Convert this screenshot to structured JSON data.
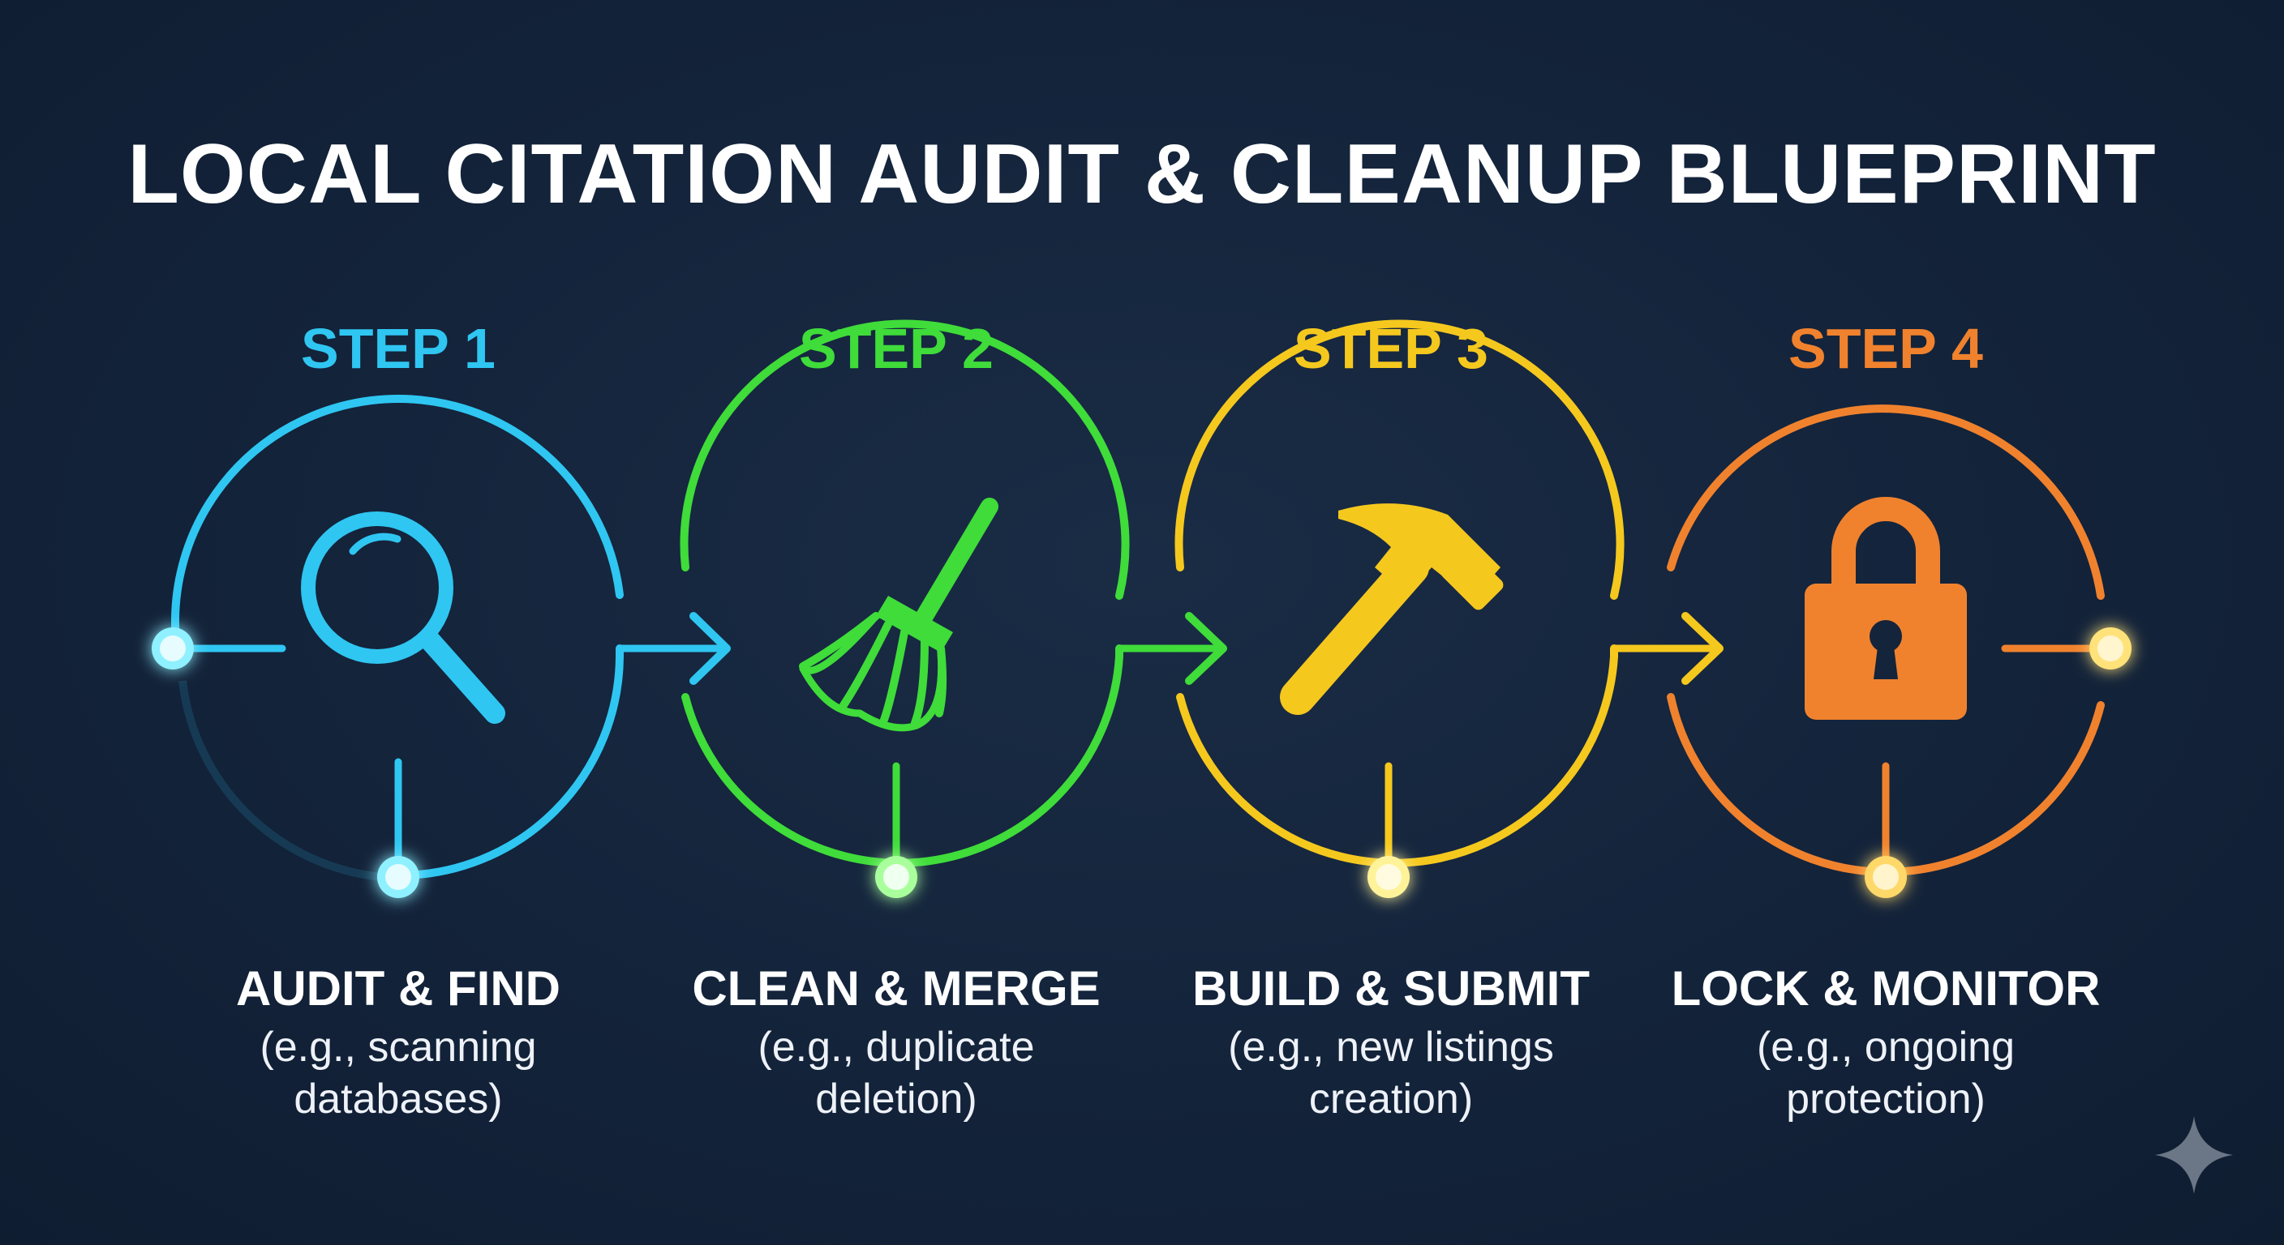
{
  "title": "LOCAL CITATION AUDIT & CLEANUP BLUEPRINT",
  "steps": [
    {
      "label": "STEP 1",
      "name": "AUDIT & FIND",
      "desc": "(e.g., scanning databases)",
      "color": "#2fc6f2",
      "icon": "magnifying-glass-icon"
    },
    {
      "label": "STEP 2",
      "name": "CLEAN & MERGE",
      "desc": "(e.g., duplicate deletion)",
      "color": "#3fdc3a",
      "icon": "broom-icon"
    },
    {
      "label": "STEP 3",
      "name": "BUILD & SUBMIT",
      "desc": "(e.g., new listings creation)",
      "color": "#f5c81e",
      "icon": "hammer-icon"
    },
    {
      "label": "STEP 4",
      "name": "LOCK & MONITOR",
      "desc": "(e.g., ongoing protection)",
      "color": "#f0822e",
      "icon": "padlock-icon"
    }
  ],
  "colors": {
    "background": "#14243a",
    "title": "#ffffff",
    "node_yellow": "#ffe066"
  },
  "watermark_icon": "sparkle-icon"
}
